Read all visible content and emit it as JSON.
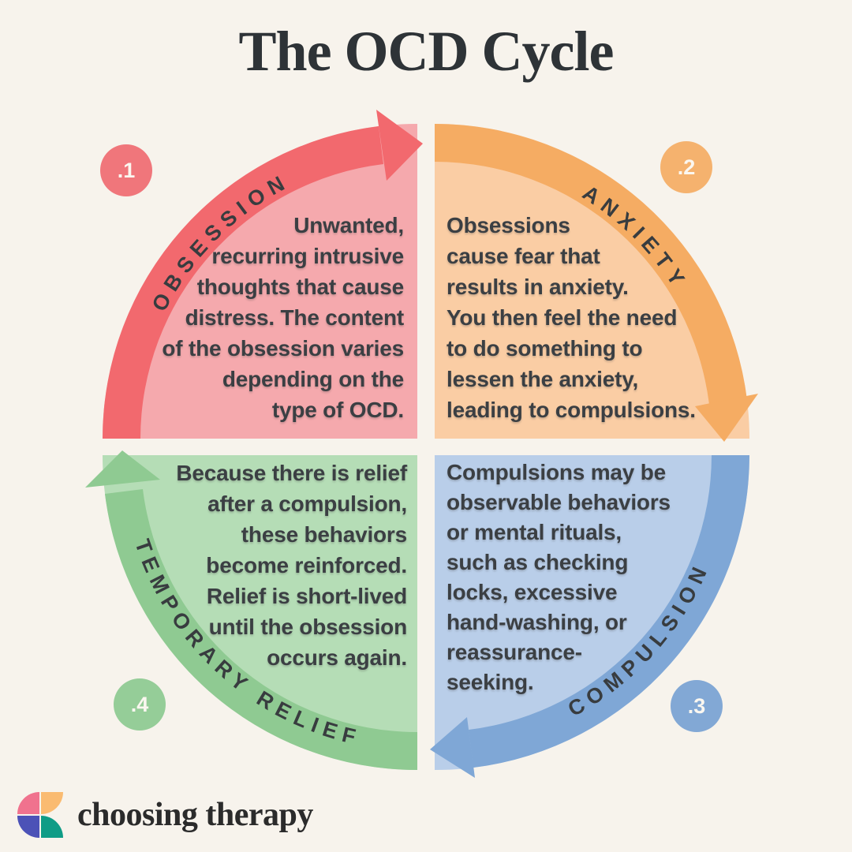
{
  "background_color": "#F7F3EC",
  "title": {
    "text": "The OCD Cycle",
    "color": "#2E3337"
  },
  "cycle": {
    "steps": [
      {
        "number": ".1",
        "label": "OBSESSION",
        "description_lines": [
          "Unwanted,",
          "recurring intrusive",
          "thoughts that cause",
          "distress. The content",
          "of the obsession varies",
          "depending on the",
          "type of OCD."
        ],
        "colors": {
          "band": "#F2696E",
          "fill": "#F5A9AD",
          "badge": "#F0767B"
        }
      },
      {
        "number": ".2",
        "label": "ANXIETY",
        "description_lines": [
          "Obsessions",
          "cause fear that",
          "results in anxiety.",
          "You then feel the need",
          "to do something to",
          "lessen the anxiety,",
          "leading to compulsions."
        ],
        "colors": {
          "band": "#F5AC63",
          "fill": "#FACDA4",
          "badge": "#F5B26E"
        }
      },
      {
        "number": ".3",
        "label": "COMPULSION",
        "description_lines": [
          "Compulsions may be",
          "observable behaviors",
          "or mental rituals,",
          "such as checking",
          "locks, excessive",
          "hand-washing, or",
          "reassurance-",
          "seeking."
        ],
        "colors": {
          "band": "#7FA7D6",
          "fill": "#B9CEE9",
          "badge": "#82A8D5"
        }
      },
      {
        "number": ".4",
        "label": "TEMPORARY RELIEF",
        "description_lines": [
          "Because there is relief",
          "after a compulsion,",
          "these behaviors",
          "become reinforced.",
          "Relief is short-lived",
          "until the obsession",
          "occurs again."
        ],
        "colors": {
          "band": "#8FCA92",
          "fill": "#B5DDB6",
          "badge": "#95CD98"
        }
      }
    ]
  },
  "footer": {
    "brand_name": "choosing therapy",
    "logo_icon": "choosing-therapy-flower-icon",
    "logo_colors": {
      "pink": "#F0728E",
      "orange": "#FABB71",
      "purple": "#4C52B7",
      "teal": "#0F9C86"
    }
  }
}
